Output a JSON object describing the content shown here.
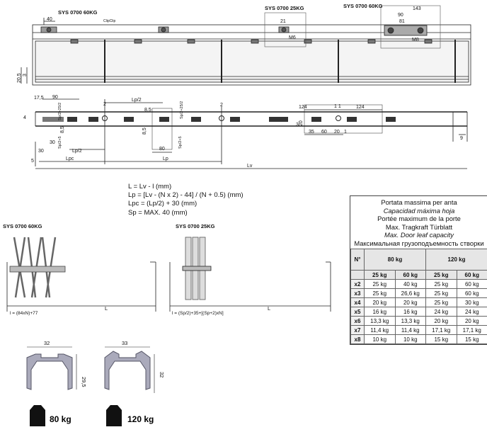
{
  "top_view": {
    "labels": {
      "sys_left": "SYS 0700 60KG",
      "sys_mid": "SYS 0700 25KG",
      "sys_right": "SYS 0700 60KG",
      "dim_40": "40",
      "dim_21": "21",
      "dim_m6": "M6",
      "dim_143": "143",
      "dim_90": "90",
      "dim_81": "81",
      "dim_m8": "M8",
      "dim_205": "20,5",
      "dim_3": "3",
      "clip_label": "ClipClip"
    }
  },
  "elevation": {
    "labels": {
      "d175": "17,5",
      "d90": "90",
      "d4": "4",
      "d2a": "2",
      "lp2_top": "Lp/2",
      "d85a": "8,5",
      "d85b": "8,5",
      "d85c": "8,5",
      "sp252a": "Sp/2+25/2",
      "sp252b": "Sp/2+25/2",
      "sp275": "Sp/2+5",
      "sp75": "Sp/2+5",
      "d30a": "30",
      "d30b": "30",
      "lp2_bottom": "Lp/2",
      "d80": "80",
      "d5": "5",
      "lpc": "Lpc",
      "lp": "Lp",
      "lv": "Lv",
      "d2b": "2",
      "d124a": "124",
      "d124b": "124",
      "d11": "1 1",
      "d35": "35",
      "d60": "60",
      "d20": "20",
      "d1": "1",
      "d3": "3",
      "d20v": "20",
      "d9": "9"
    }
  },
  "formulas": {
    "l": "L = Lv - l (mm)",
    "lp": "Lp = [Lv - (N x 2) - 44] / (N + 0.5) (mm)",
    "lpc": "Lpc = (Lp/2) + 30 (mm)",
    "sp": "Sp = MAX. 40 (mm)"
  },
  "fold_diagrams": {
    "left": {
      "title": "SYS 0700 60KG",
      "l_label": "L",
      "formula": "l = (84xN)+77"
    },
    "right": {
      "title": "SYS 0700 25KG",
      "l_label": "L",
      "formula": "l = (Sp/2)+35+[(Sp+2)xN]"
    }
  },
  "profiles": {
    "left": {
      "width": "32",
      "height": "29,5",
      "weight": "80 kg"
    },
    "right": {
      "width": "33",
      "height": "32",
      "weight": "120 kg"
    }
  },
  "capacity_table": {
    "title_it": "Portata massima per anta",
    "title_es": "Capacidad máxima hoja",
    "title_fr": "Portée maximum de la porte",
    "title_de": "Max. Tragkraft Türblatt",
    "title_en": "Max. Door leaf capacity",
    "title_ru": "Максимальная грузоподъемность створки",
    "n_header": "N°",
    "profile_80": "80 kg",
    "profile_120": "120 kg",
    "sub_headers": [
      "25 kg",
      "60 kg",
      "25 kg",
      "60 kg"
    ],
    "rows": [
      {
        "n": "x2",
        "v": [
          "25 kg",
          "40 kg",
          "25 kg",
          "60 kg"
        ]
      },
      {
        "n": "x3",
        "v": [
          "25 kg",
          "26,6 kg",
          "25 kg",
          "60 kg"
        ]
      },
      {
        "n": "x4",
        "v": [
          "20 kg",
          "20 kg",
          "25 kg",
          "30 kg"
        ]
      },
      {
        "n": "x5",
        "v": [
          "16 kg",
          "16 kg",
          "24 kg",
          "24 kg"
        ]
      },
      {
        "n": "x6",
        "v": [
          "13,3 kg",
          "13,3 kg",
          "20 kg",
          "20 kg"
        ]
      },
      {
        "n": "x7",
        "v": [
          "11,4 kg",
          "11,4 kg",
          "17,1 kg",
          "17,1 kg"
        ]
      },
      {
        "n": "x8",
        "v": [
          "10 kg",
          "10 kg",
          "15 kg",
          "15 kg"
        ]
      }
    ]
  }
}
